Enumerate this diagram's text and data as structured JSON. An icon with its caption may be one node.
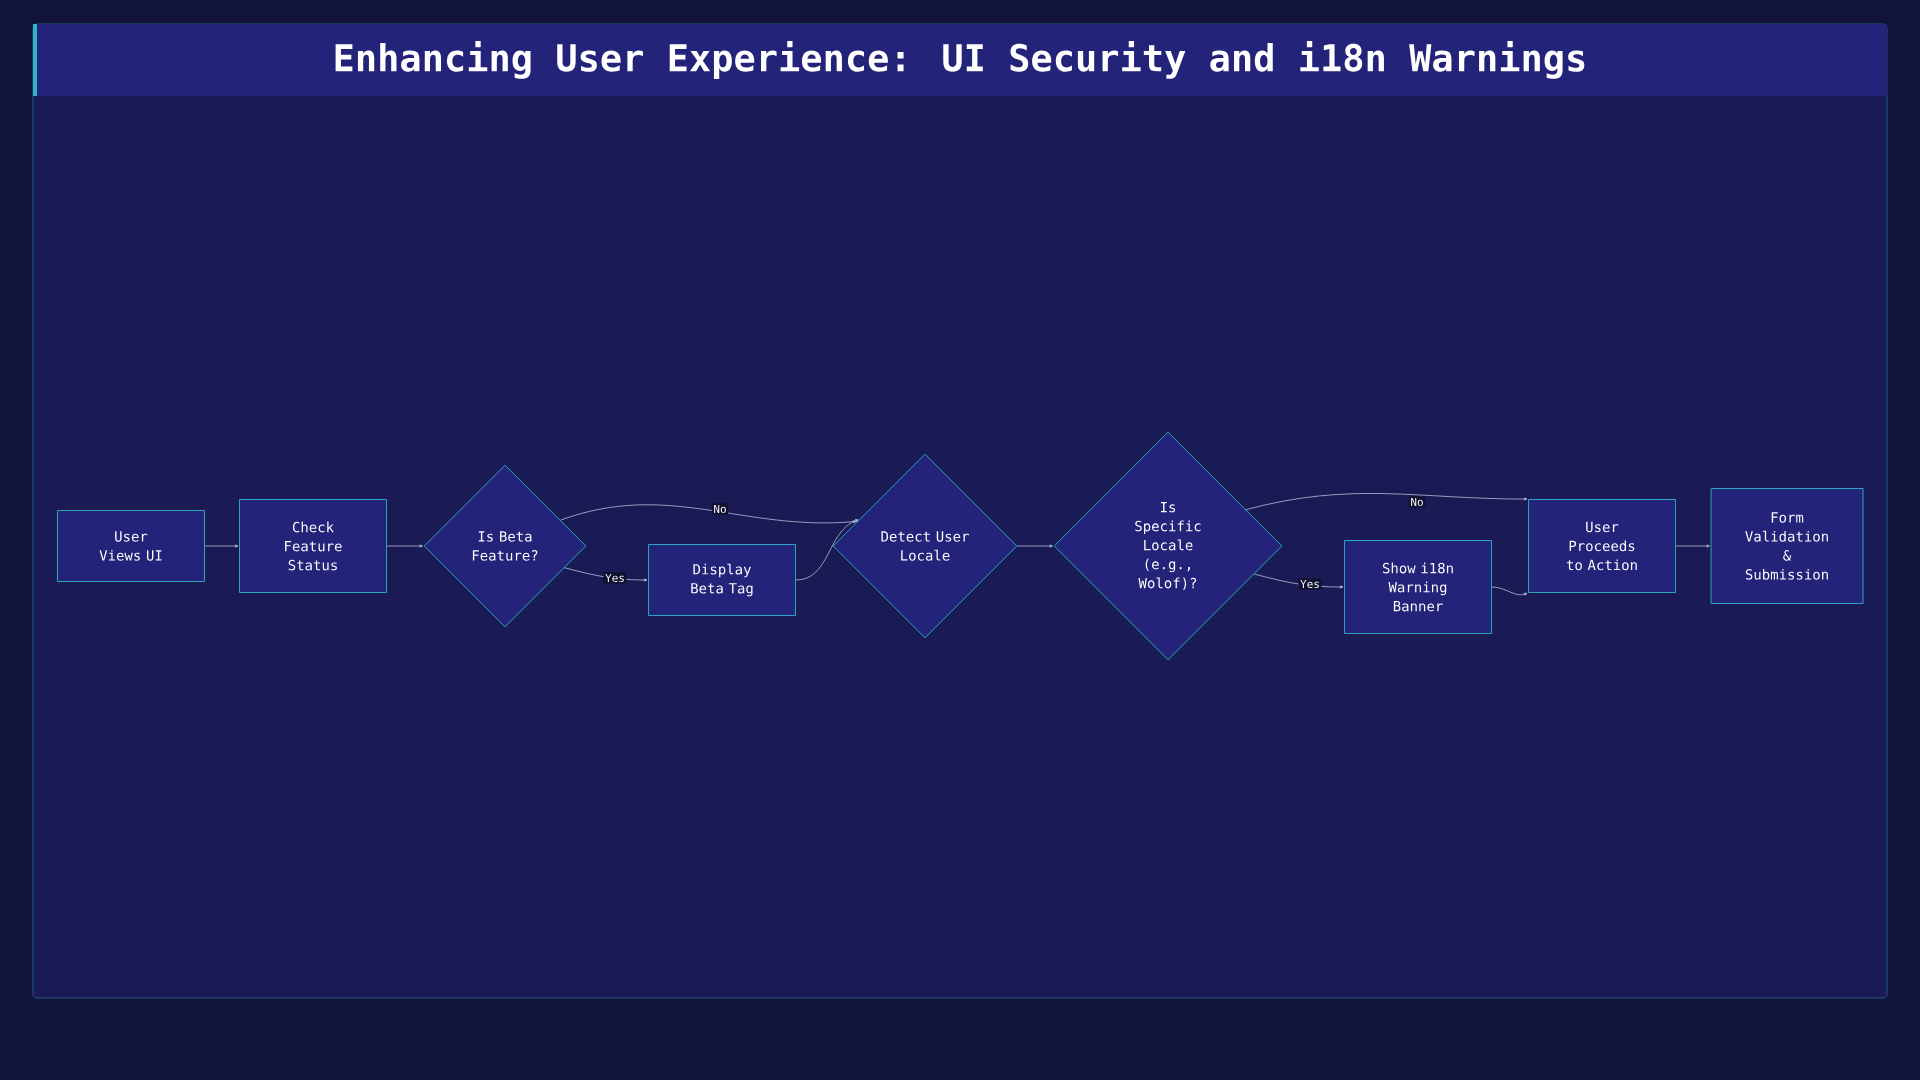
{
  "diagram": {
    "title": "Enhancing User Experience: UI Security and i18n Warnings",
    "nodes": [
      {
        "text": [
          "User Views UI"
        ]
      },
      {
        "text": [
          "Check Feature Status"
        ]
      },
      {
        "text": [
          "Is Beta Feature?"
        ]
      },
      {
        "text": [
          "Display Beta Tag"
        ]
      },
      {
        "text": [
          "Detect User Locale"
        ]
      },
      {
        "text": [
          "Is Specific Locale (e.g., Wolof)?"
        ]
      },
      {
        "text": [
          "Show i18n Warning Banner"
        ]
      },
      {
        "text": [
          "User Proceeds to Action"
        ]
      },
      {
        "text": [
          "Form Validation & Submission"
        ]
      }
    ],
    "edges": [
      {
        "from": 0,
        "to": 1,
        "arrow": "to"
      },
      {
        "from": 1,
        "to": 2,
        "arrow": "to"
      },
      {
        "from": 2,
        "to": 3,
        "arrow": "to",
        "label": "Yes"
      },
      {
        "from": 2,
        "to": 4,
        "arrow": "to",
        "label": "No"
      },
      {
        "from": 3,
        "to": 4,
        "arrow": "to"
      },
      {
        "from": 4,
        "to": 5,
        "arrow": "to"
      },
      {
        "from": 5,
        "to": 6,
        "arrow": "to",
        "label": "Yes"
      },
      {
        "from": 5,
        "to": 7,
        "arrow": "to",
        "label": "No"
      },
      {
        "from": 6,
        "to": 7,
        "arrow": "to"
      },
      {
        "from": 7,
        "to": 8,
        "arrow": "to"
      }
    ]
  }
}
